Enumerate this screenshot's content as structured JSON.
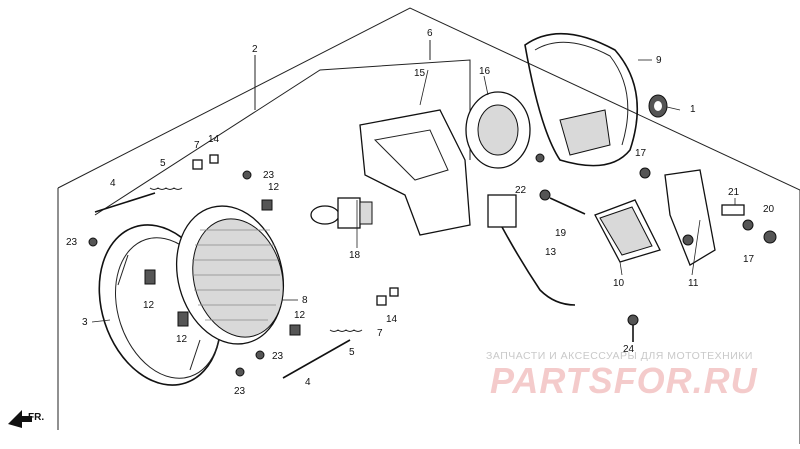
{
  "diagram": {
    "front_marker": "FR.",
    "callouts": [
      "1",
      "2",
      "3",
      "4",
      "4",
      "5",
      "5",
      "6",
      "7",
      "7",
      "8",
      "9",
      "10",
      "11",
      "12",
      "12",
      "12",
      "12",
      "13",
      "14",
      "14",
      "15",
      "16",
      "17",
      "17",
      "18",
      "19",
      "20",
      "21",
      "22",
      "23",
      "23",
      "23",
      "23",
      "24"
    ]
  },
  "watermark": {
    "top_text": "ЗАПЧАСТИ И АКСЕССУАРЫ ДЛЯ МОТОТЕХНИКИ",
    "logo_text": "PARTSFOR.RU"
  }
}
